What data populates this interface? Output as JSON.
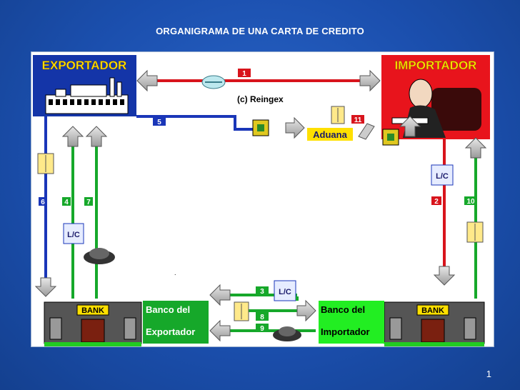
{
  "title": "ORGANIGRAMA DE UNA CARTA DE CREDITO",
  "page_number": "1",
  "exportador": {
    "label": "EXPORTADOR",
    "color": "#1435a8",
    "text_color": "#ffdd00"
  },
  "importador": {
    "label": "IMPORTADOR",
    "color": "#e8141c",
    "text_color": "#ffdd00"
  },
  "copyright": "(c) Reingex",
  "aduana": "Aduana",
  "banks": [
    {
      "sign": "BANK",
      "name_line1": "Banco del",
      "name_line2": "Exportador"
    },
    {
      "sign": "BANK",
      "name_line1": "Banco del",
      "name_line2": "Importador"
    }
  ],
  "lc_icon": "L/C",
  "steps": [
    "1",
    "2",
    "3",
    "5",
    "6",
    "4",
    "7",
    "8",
    "9",
    "10",
    "11"
  ],
  "colors": {
    "red": "#d8141c",
    "blue": "#1a36b8",
    "green": "#16a82a",
    "bank_green": "#22cc22",
    "yellow": "#ffe000"
  }
}
